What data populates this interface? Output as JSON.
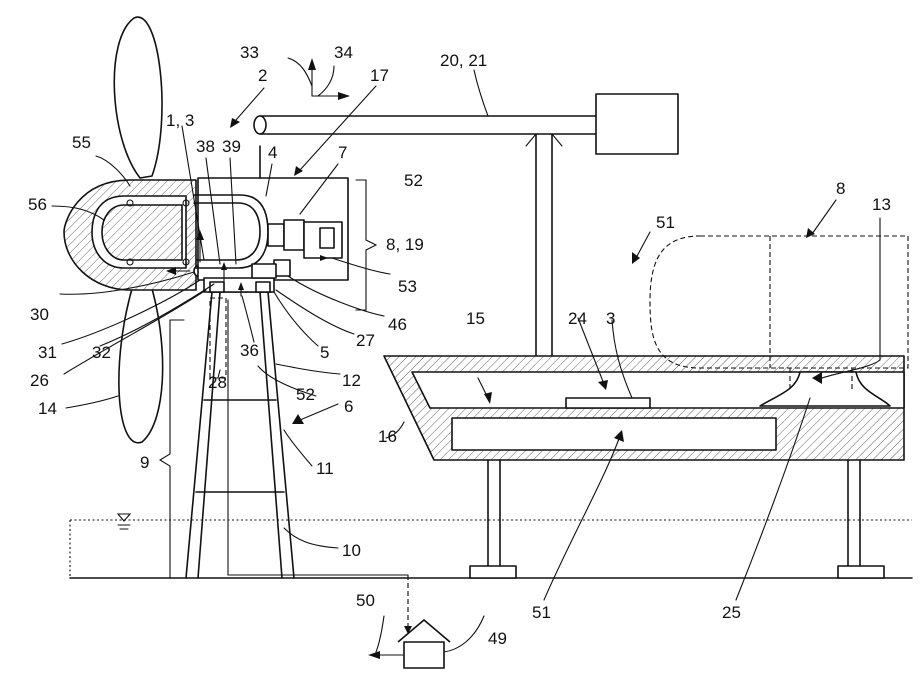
{
  "labels": {
    "l2": "2",
    "l33": "33",
    "l34": "34",
    "l17": "17",
    "l20_21": "20, 21",
    "l1_3": "1, 3",
    "l55": "55",
    "l38": "38",
    "l39": "39",
    "l4": "4",
    "l7": "7",
    "l52_top": "52",
    "l56": "56",
    "l8_19": "8, 19",
    "l8": "8",
    "l13": "13",
    "l51_top": "51",
    "l53": "53",
    "l30": "30",
    "l46": "46",
    "l15": "15",
    "l24": "24",
    "l3": "3",
    "l27": "27",
    "l31": "31",
    "l32": "32",
    "l36": "36",
    "l5": "5",
    "l26": "26",
    "l28": "28",
    "l12": "12",
    "l52_mid": "52",
    "l6": "6",
    "l14": "14",
    "l16": "16",
    "l9": "9",
    "l11": "11",
    "l10": "10",
    "l50": "50",
    "l49": "49",
    "l51_bottom": "51",
    "l25": "25"
  },
  "colors": {
    "ink": "#111111",
    "paper": "#ffffff"
  }
}
